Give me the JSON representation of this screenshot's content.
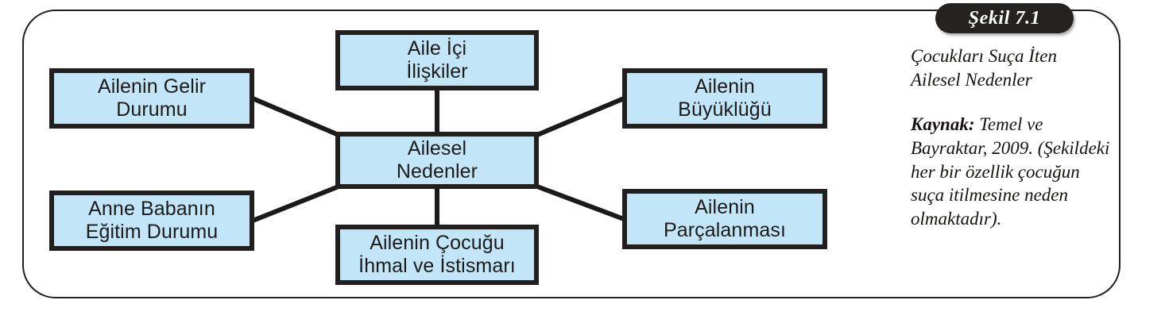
{
  "figure": {
    "badge_label": "Şekil 7.1",
    "badge_color": "#262220",
    "badge_text_color": "#ffffff",
    "frame_border_color": "#231f1d",
    "node_fill_color": "#c3e5f8",
    "node_border_color": "#231f1f",
    "connector_color": "#1c1a19"
  },
  "caption": {
    "title": "Çocukları Suça İten\nAilesel Nedenler",
    "source_label": "Kaynak:",
    "source_text": " Temel ve Bayraktar, 2009. (Şekildeki her bir özellik çocuğun suça itilmesine neden olmaktadır)."
  },
  "diagram": {
    "center_node": "Ailesel\nNedenler",
    "nodes": [
      {
        "id": "gelir",
        "label": "Ailenin Gelir\nDurumu"
      },
      {
        "id": "aileici",
        "label": "Aile İçi\nİlişkiler"
      },
      {
        "id": "buyukluk",
        "label": "Ailenin\nBüyüklüğü"
      },
      {
        "id": "egitim",
        "label": "Anne Babanın\nEğitim Durumu"
      },
      {
        "id": "parcalanma",
        "label": "Ailenin\nParçalanması"
      },
      {
        "id": "ihmal",
        "label": "Ailenin Çocuğu\nİhmal ve İstismarı"
      }
    ],
    "edges": [
      {
        "from": "gelir",
        "to": "center"
      },
      {
        "from": "aileici",
        "to": "center"
      },
      {
        "from": "buyukluk",
        "to": "center"
      },
      {
        "from": "egitim",
        "to": "center"
      },
      {
        "from": "parcalanma",
        "to": "center"
      },
      {
        "from": "ihmal",
        "to": "center"
      }
    ]
  }
}
